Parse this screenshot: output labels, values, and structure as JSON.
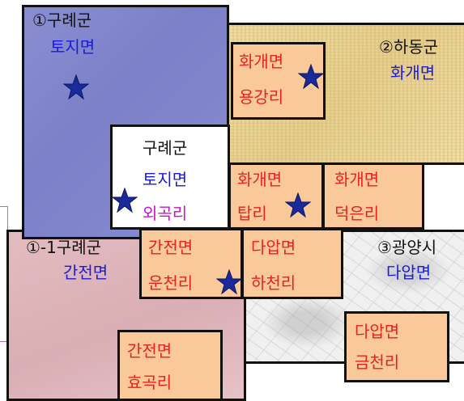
{
  "colors": {
    "label_blue": "#1a1adc",
    "label_red": "#e8231c",
    "label_magenta": "#c814c8",
    "village_box": "#f9c99a",
    "star": "#1a2a9a"
  },
  "regions": {
    "gurye_toji": {
      "num": "①구례군",
      "name": "토지면"
    },
    "hadong_hwagae": {
      "num": "②하동군",
      "name": "화개면"
    },
    "gurye_ganjeon": {
      "num": "①-1구례군",
      "name": "간전면"
    },
    "gwangyang_daap": {
      "num": "③광양시",
      "name": "다압면"
    }
  },
  "villages": {
    "yonggang": {
      "township": "화개면",
      "village": "용강리"
    },
    "oegok": {
      "county": "구례군",
      "township": "토지면",
      "village": "외곡리"
    },
    "tap": {
      "township": "화개면",
      "village": "탑리"
    },
    "deogeun": {
      "township": "화개면",
      "village": "덕은리"
    },
    "uncheon": {
      "township": "간전면",
      "village": "운천리"
    },
    "hacheon": {
      "township": "다압면",
      "village": "하천리"
    },
    "hyogok": {
      "township": "간전면",
      "village": "효곡리"
    },
    "geumcheon": {
      "township": "다압면",
      "village": "금천리"
    }
  },
  "markers": [
    "star-icon",
    "star-icon",
    "star-icon",
    "star-icon",
    "star-icon"
  ]
}
